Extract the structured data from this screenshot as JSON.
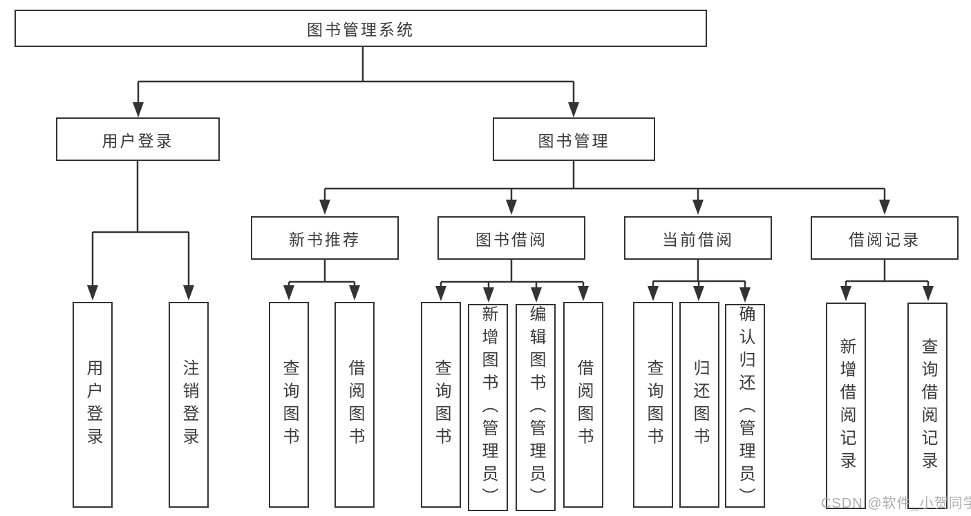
{
  "title": "图书管理系统",
  "colors": {
    "line": "#333333",
    "text": "#3a3a3a",
    "box_background": "#ffffff",
    "background": "#ffffff",
    "watermark": "#aaaaaa"
  },
  "nodes": {
    "root": {
      "label": "图书管理系统"
    },
    "user_login": {
      "label": "用户登录"
    },
    "book_mgmt": {
      "label": "图书管理"
    },
    "new_book_rec": {
      "label": "新书推荐"
    },
    "book_borrow": {
      "label": "图书借阅"
    },
    "current_borrow": {
      "label": "当前借阅"
    },
    "borrow_records": {
      "label": "借阅记录"
    },
    "leaf_user_login": {
      "label": "用户登录"
    },
    "leaf_logout": {
      "label": "注销登录"
    },
    "leaf_rec_query": {
      "label": "查询图书"
    },
    "leaf_rec_borrow": {
      "label": "借阅图书"
    },
    "leaf_bb_query": {
      "label": "查询图书"
    },
    "leaf_bb_add": {
      "label": "新增图书（管理员）"
    },
    "leaf_bb_edit": {
      "label": "编辑图书（管理员）"
    },
    "leaf_bb_borrow": {
      "label": "借阅图书"
    },
    "leaf_cb_query": {
      "label": "查询图书"
    },
    "leaf_cb_return": {
      "label": "归还图书"
    },
    "leaf_cb_confirm": {
      "label": "确认归还（管理员）"
    },
    "leaf_br_add": {
      "label": "新增借阅记录"
    },
    "leaf_br_query": {
      "label": "查询借阅记录"
    }
  },
  "hierarchy": {
    "图书管理系统": {
      "用户登录": [
        "用户登录",
        "注销登录"
      ],
      "图书管理": {
        "新书推荐": [
          "查询图书",
          "借阅图书"
        ],
        "图书借阅": [
          "查询图书",
          "新增图书（管理员）",
          "编辑图书（管理员）",
          "借阅图书"
        ],
        "当前借阅": [
          "查询图书",
          "归还图书",
          "确认归还（管理员）"
        ],
        "借阅记录": [
          "新增借阅记录",
          "查询借阅记录"
        ]
      }
    }
  },
  "watermark": "CSDN @软件_小贺同学"
}
